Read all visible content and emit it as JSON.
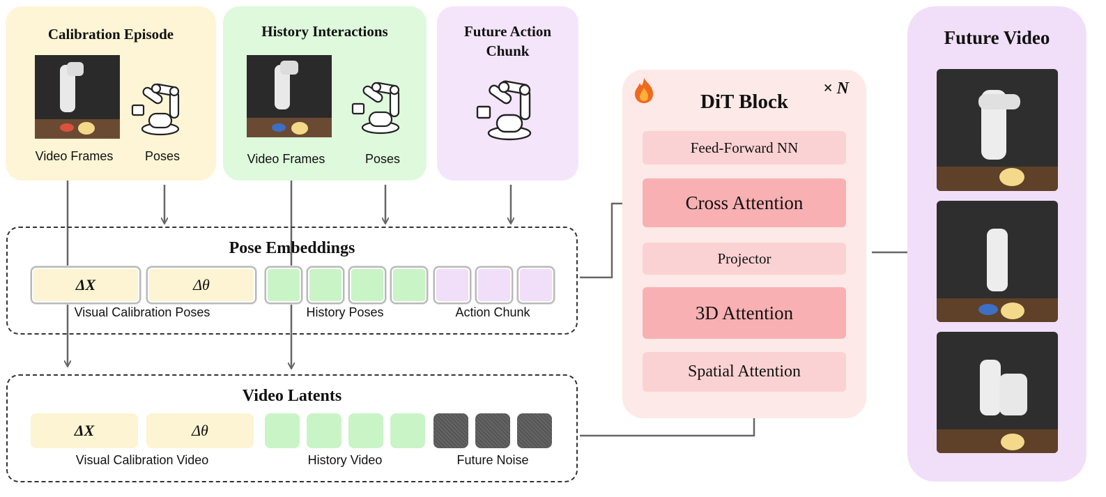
{
  "calibration": {
    "title": "Calibration Episode",
    "frames_label": "Video Frames",
    "poses_label": "Poses"
  },
  "history": {
    "title": "History Interactions",
    "frames_label": "Video Frames",
    "poses_label": "Poses"
  },
  "future_action": {
    "title": "Future Action\nChunk"
  },
  "pose_embeddings": {
    "title": "Pose Embeddings",
    "delta_x": "ΔX",
    "delta_theta": "Δθ",
    "group_labels": [
      "Visual Calibration Poses",
      "History Poses",
      "Action Chunk"
    ]
  },
  "video_latents": {
    "title": "Video Latents",
    "delta_x": "ΔX",
    "delta_theta": "Δθ",
    "group_labels": [
      "Visual Calibration Video",
      "History Video",
      "Future Noise"
    ]
  },
  "dit": {
    "title": "DiT Block",
    "repeat": "× N",
    "layers": [
      "Feed-Forward NN",
      "Cross Attention",
      "Projector",
      "3D Attention",
      "Spatial Attention"
    ]
  },
  "future_video": {
    "title": "Future Video"
  },
  "colors": {
    "calibration": "#fdf5d5",
    "history": "#def9dc",
    "action": "#f4e5fb",
    "dit_bg": "#fde9e7",
    "dit_light": "#fbd2d3",
    "dit_strong": "#f8b0b3",
    "future_bg": "#f1dff9"
  },
  "icons": {
    "flame": "flame-icon",
    "robot_arm": "robot-arm-icon"
  }
}
